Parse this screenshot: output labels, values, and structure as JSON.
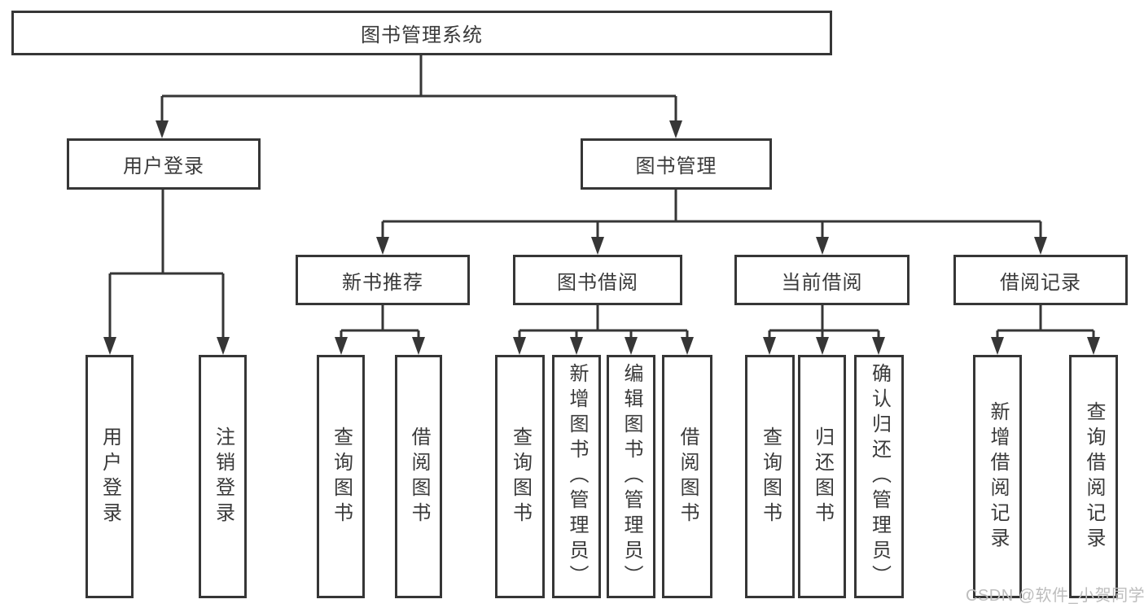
{
  "diagram": {
    "root": {
      "label": "图书管理系统"
    },
    "level2": [
      {
        "label": "用户登录"
      },
      {
        "label": "图书管理"
      }
    ],
    "level3": [
      {
        "label": "新书推荐",
        "parent": "图书管理"
      },
      {
        "label": "图书借阅",
        "parent": "图书管理"
      },
      {
        "label": "当前借阅",
        "parent": "图书管理"
      },
      {
        "label": "借阅记录",
        "parent": "图书管理"
      }
    ],
    "leaves": [
      {
        "label": "用户登录",
        "parent": "用户登录"
      },
      {
        "label": "注销登录",
        "parent": "用户登录"
      },
      {
        "label": "查询图书",
        "parent": "新书推荐"
      },
      {
        "label": "借阅图书",
        "parent": "新书推荐"
      },
      {
        "label": "查询图书",
        "parent": "图书借阅"
      },
      {
        "label": "新增图书（管理员）",
        "parent": "图书借阅"
      },
      {
        "label": "编辑图书（管理员）",
        "parent": "图书借阅"
      },
      {
        "label": "借阅图书",
        "parent": "图书借阅"
      },
      {
        "label": "查询图书",
        "parent": "当前借阅"
      },
      {
        "label": "归还图书",
        "parent": "当前借阅"
      },
      {
        "label": "确认归还（管理员）",
        "parent": "当前借阅"
      },
      {
        "label": "新增借阅记录",
        "parent": "借阅记录"
      },
      {
        "label": "查询借阅记录",
        "parent": "借阅记录"
      }
    ],
    "watermark": "CSDN @软件_小贺同学",
    "colors": {
      "line": "#363636",
      "text": "#3a3a3a",
      "background": "#ffffff",
      "watermark": "#bdbdbd"
    }
  }
}
